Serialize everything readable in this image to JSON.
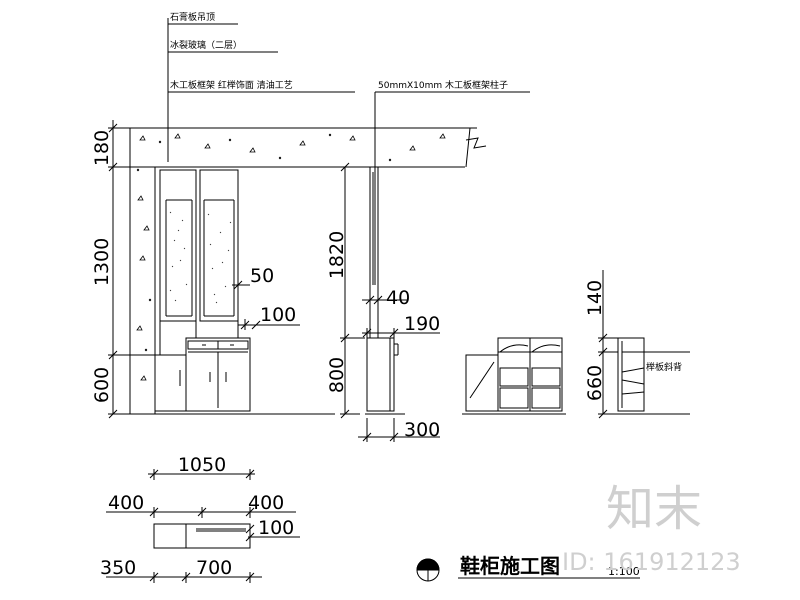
{
  "drawing": {
    "title": "鞋柜施工图",
    "scale": "1:100",
    "notes": {
      "ceiling": "石膏板吊顶",
      "glass": "冰裂玻璃（二层）",
      "frame": "木工板框架 红榉饰面 清油工艺",
      "partition": "50mmX10mm 木工板框架柱子",
      "side_panel": "榉板斜背"
    },
    "dims": {
      "h180": "180",
      "h1300": "1300",
      "h600": "600",
      "w50": "50",
      "w100": "100",
      "h1820": "1820",
      "w40": "40",
      "w190": "190",
      "h800": "800",
      "w300": "300",
      "h140": "140",
      "h660": "660",
      "p1050": "1050",
      "p400a": "400",
      "p400b": "400",
      "p100": "100",
      "p350": "350",
      "p700": "700"
    }
  },
  "watermark": {
    "brand": "知末",
    "id": "ID: 161912123"
  }
}
